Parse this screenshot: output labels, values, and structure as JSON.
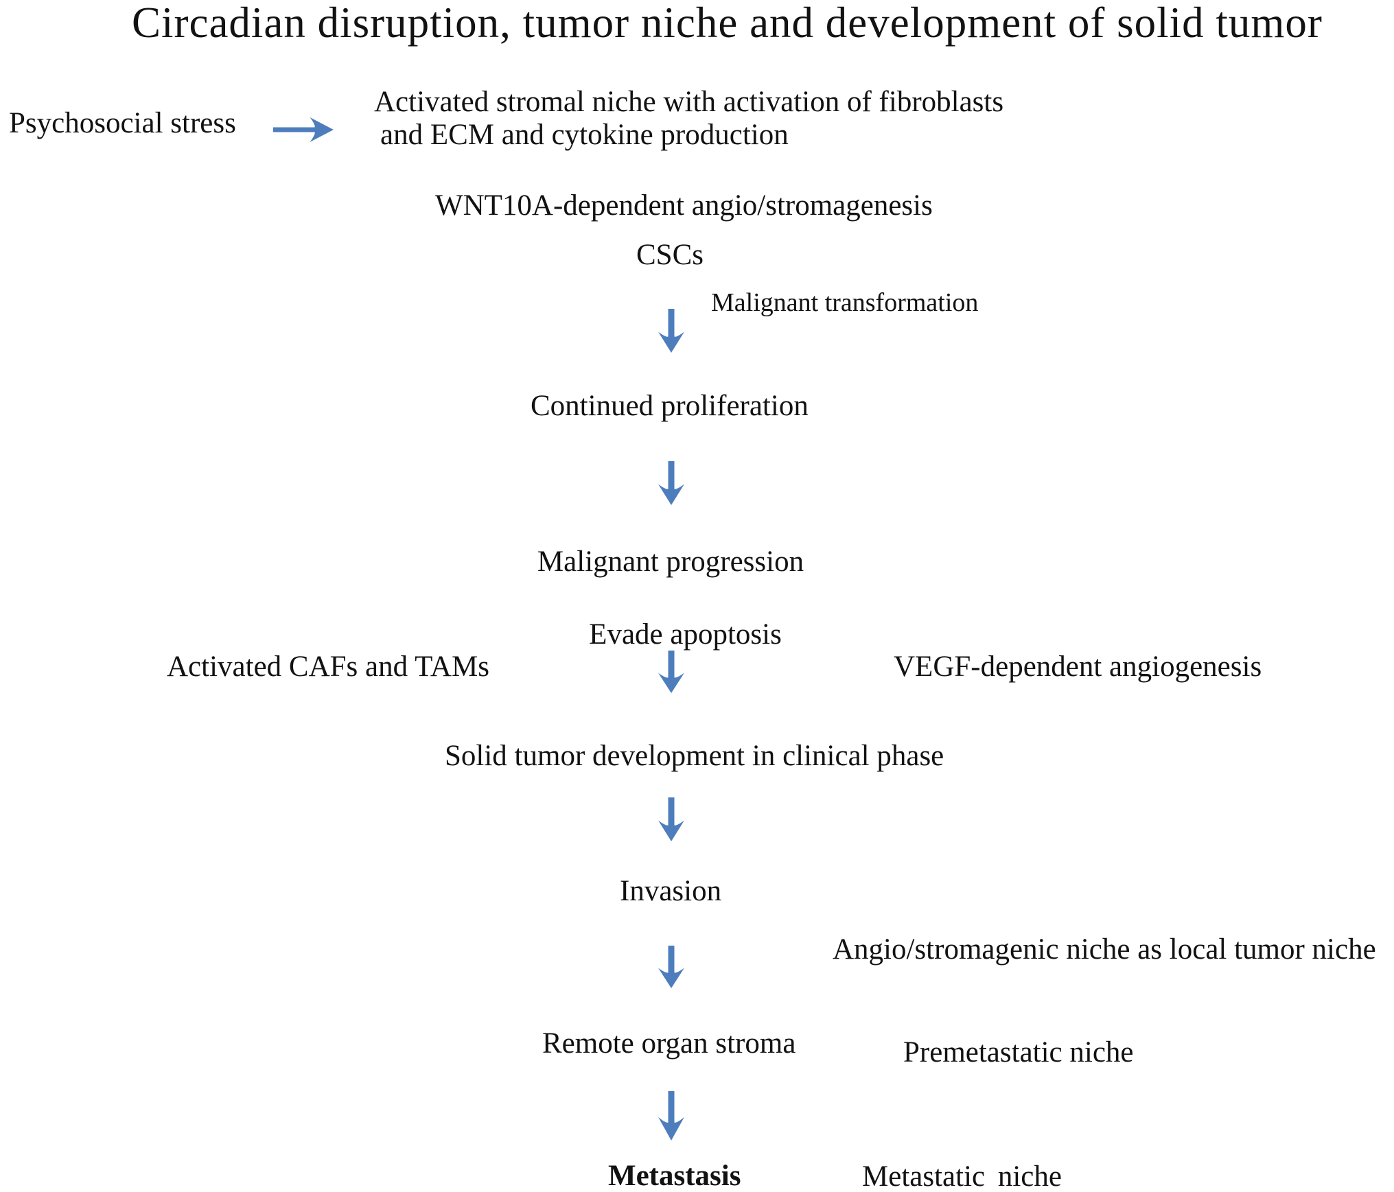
{
  "title": "Circadian disruption, tumor niche and development of solid tumor",
  "nodes": {
    "psychosocial_stress": "Psychosocial stress",
    "stromal_niche_line1": "Activated stromal niche with activation of fibroblasts",
    "stromal_niche_line2": "and ECM and cytokine production",
    "wnt10a": "WNT10A-dependent angio/stromagenesis",
    "cscs": "CSCs",
    "malignant_transformation": "Malignant transformation",
    "continued_proliferation": "Continued proliferation",
    "malignant_progression_line1": "Malignant progression",
    "malignant_progression_line2": "Evade apoptosis",
    "activated_cafs_tams": "Activated CAFs and TAMs",
    "vegf_angiogenesis": "VEGF-dependent angiogenesis",
    "solid_tumor_development": "Solid tumor development in clinical phase",
    "invasion": "Invasion",
    "local_tumor_niche": "Angio/stromagenic niche as local tumor niche",
    "remote_organ_stroma": "Remote organ stroma",
    "premetastatic_niche": "Premetastatic niche",
    "metastasis": "Metastasis",
    "metastatic_niche": "Metastatic niche"
  },
  "colors": {
    "arrow": "#4d7dbc",
    "text": "#121212",
    "background": "#ffffff"
  }
}
